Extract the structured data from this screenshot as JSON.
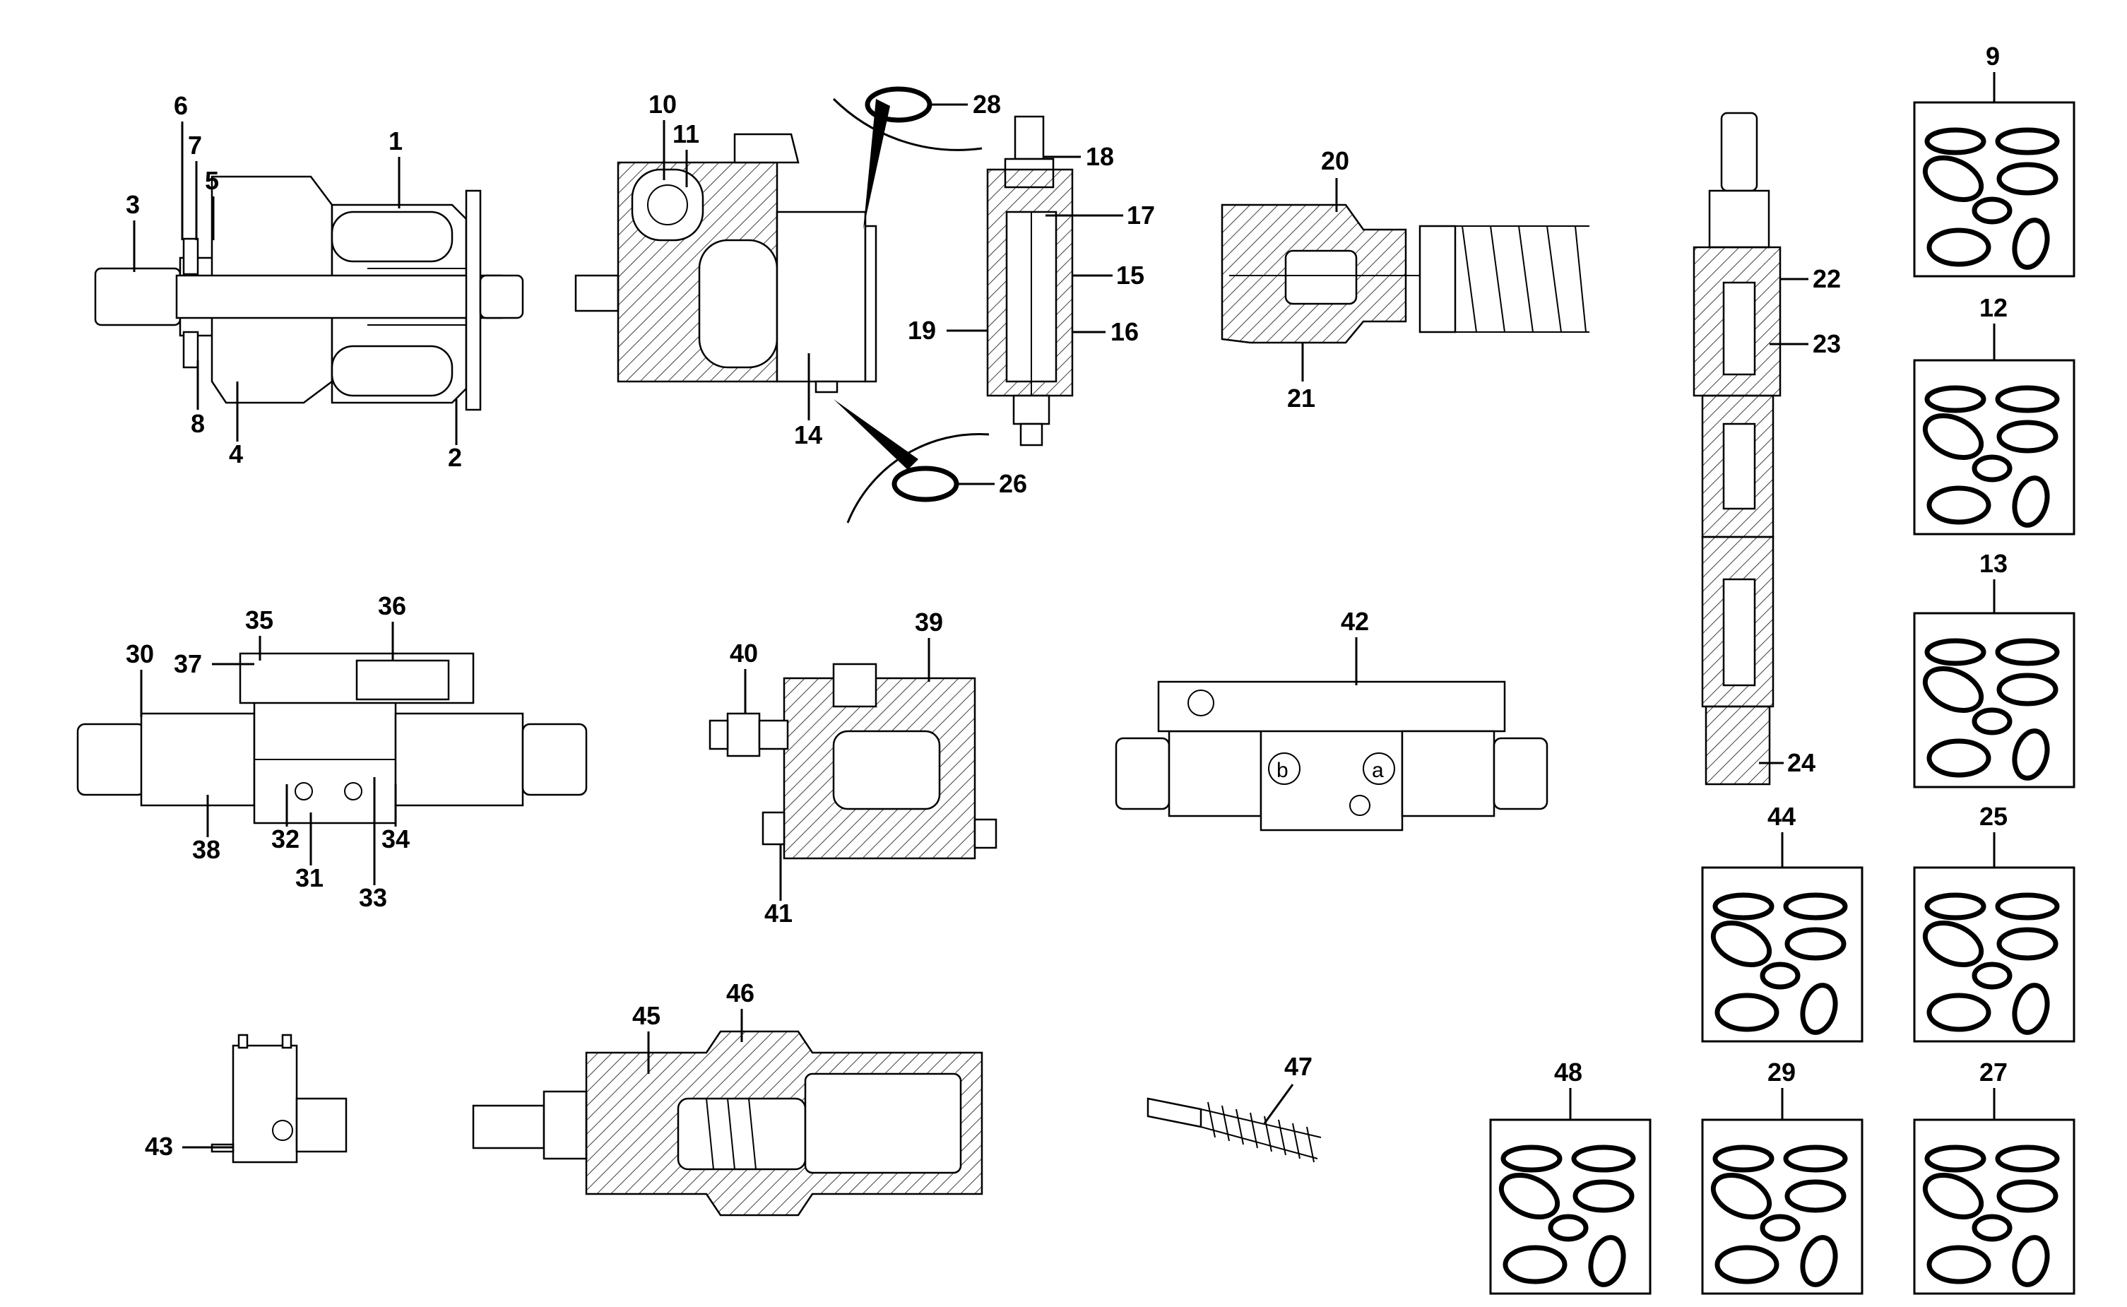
{
  "callouts": {
    "c1": "1",
    "c2": "2",
    "c3": "3",
    "c4": "4",
    "c5": "5",
    "c6": "6",
    "c7": "7",
    "c8": "8",
    "c9": "9",
    "c10": "10",
    "c11": "11",
    "c12": "12",
    "c13": "13",
    "c14": "14",
    "c15": "15",
    "c16": "16",
    "c17": "17",
    "c18": "18",
    "c19": "19",
    "c20": "20",
    "c21": "21",
    "c22": "22",
    "c23": "23",
    "c24": "24",
    "c25": "25",
    "c26": "26",
    "c27": "27",
    "c28": "28",
    "c29": "29",
    "c30": "30",
    "c31": "31",
    "c32": "32",
    "c33": "33",
    "c34": "34",
    "c35": "35",
    "c36": "36",
    "c37": "37",
    "c38": "38",
    "c39": "39",
    "c40": "40",
    "c41": "41",
    "c42": "42",
    "c43": "43",
    "c44": "44",
    "c45": "45",
    "c46": "46",
    "c47": "47",
    "c48": "48"
  },
  "port_labels": {
    "b": "b",
    "a": "a"
  }
}
